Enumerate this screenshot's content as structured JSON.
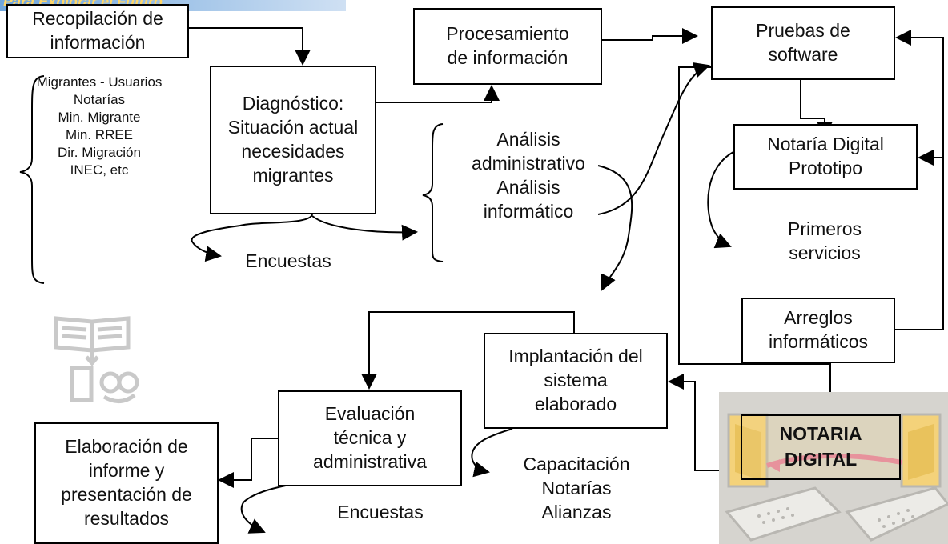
{
  "banner": {
    "text": "Para Explorar el Futuro"
  },
  "boxes": {
    "recopilacion": "Recopilación de\ninformación",
    "diagnostico": "Diagnóstico:\nSituación actual\nnecesidades\nmigrantes",
    "procesamiento": "Procesamiento\nde información",
    "pruebas": "Pruebas de\nsoftware",
    "notaria_prototipo": "Notaría Digital\nPrototipo",
    "arreglos": "Arreglos\ninformáticos",
    "implantacion": "Implantación del\nsistema\nelaborado",
    "evaluacion": "Evaluación\ntécnica y\nadministrativa",
    "informe": "Elaboración de\ninforme y\npresentación de\nresultados"
  },
  "labels": {
    "sources": "Migrantes - Usuarios\nNotarías\nMin. Migrante\nMin. RREE\nDir. Migración\nINEC, etc",
    "analisis": "Análisis\nadministrativo\nAnálisis\ninformático",
    "encuestas_1": "Encuestas",
    "encuestas_2": "Encuestas",
    "primeros": "Primeros\nservicios",
    "capacitacion": "Capacitación\nNotarías\nAlianzas"
  },
  "notaria_digital": "NOTARIA\nDIGITAL",
  "icons": [
    "book-icon",
    "reader-icon",
    "computers-icon"
  ],
  "colors": {
    "banner": "#6fa6dc",
    "banner_text": "#ffd76a",
    "stroke": "#000000"
  }
}
